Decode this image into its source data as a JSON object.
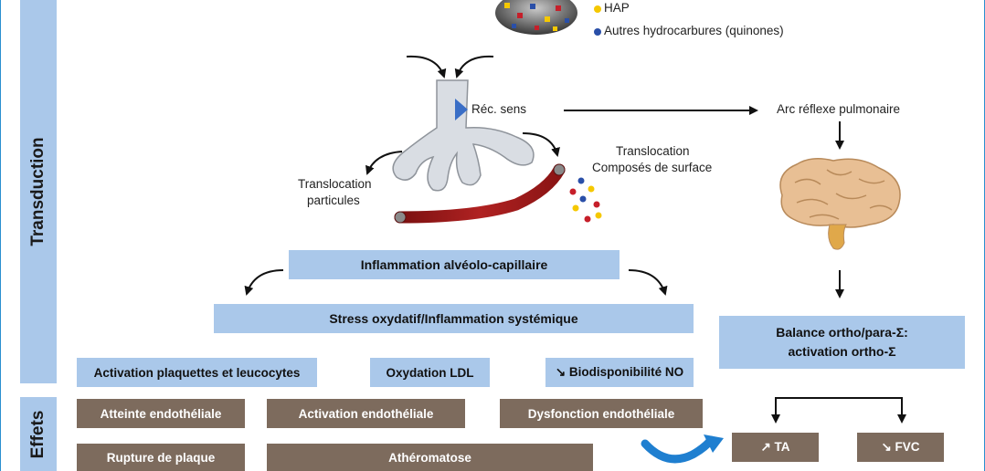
{
  "sidebar": {
    "transduction": "Transduction",
    "effets": "Effets"
  },
  "legend": {
    "hap": "HAP",
    "autres": "Autres hydrocarbures (quinones)",
    "hap_color": "#f5c800",
    "autres_color": "#2a4fa8"
  },
  "labels": {
    "rec_sens": "Réc. sens",
    "arc_reflexe": "Arc réflexe pulmonaire",
    "transloc_surface_1": "Translocation",
    "transloc_surface_2": "Composés de surface",
    "transloc_part_1": "Translocation",
    "transloc_part_2": "particules"
  },
  "boxes": {
    "inflammation": "Inflammation alvéolo-capillaire",
    "stress": "Stress oxydatif/Inflammation systémique",
    "balance_1": "Balance ortho/para-Σ:",
    "balance_2": "activation ortho-Σ",
    "activation_plaquettes": "Activation plaquettes et leucocytes",
    "oxydation": "Oxydation LDL",
    "biodisponibilite": "↘ Biodisponibilité NO",
    "atteinte": "Atteinte endothéliale",
    "activation_endo": "Activation endothéliale",
    "dysfonction": "Dysfonction endothéliale",
    "rupture": "Rupture de plaque",
    "atheromatose": "Athéromatose",
    "ta": "↗ TA",
    "fvc": "↘ FVC"
  },
  "colors": {
    "box_blue": "#aac8ea",
    "box_brown": "#7d6b5d",
    "vessel": "#9b1c1c",
    "lung": "#d9dde3",
    "brain": "#e8bf94",
    "arrow_blue": "#1f7fd0"
  }
}
